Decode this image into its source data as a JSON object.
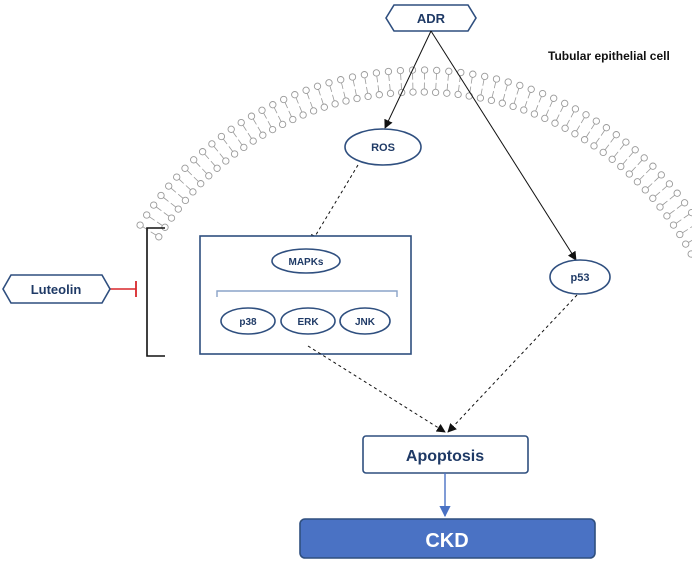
{
  "diagram": {
    "cell_label": "Tubular epithelial cell",
    "nodes": {
      "adr": "ADR",
      "ros": "ROS",
      "mapks": "MAPKs",
      "p38": "p38",
      "erk": "ERK",
      "jnk": "JNK",
      "p53": "p53",
      "luteolin": "Luteolin",
      "apoptosis": "Apoptosis",
      "ckd": "CKD"
    },
    "colors": {
      "node_stroke": "#2f4f7f",
      "node_text": "#1f3a66",
      "membrane": "#9a9a9a",
      "inhibit": "#d9262a",
      "ckd_fill": "#4a72c4",
      "ckd_text": "#ffffff",
      "flow_arrow": "#4a72c4"
    }
  }
}
